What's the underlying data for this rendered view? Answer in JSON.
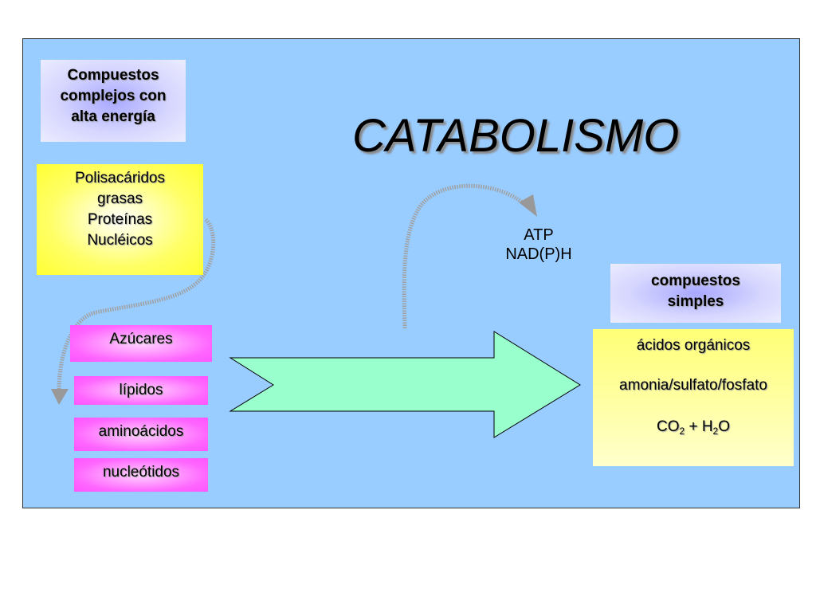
{
  "title": "CATABOLISMO",
  "complex_header": {
    "lines": [
      "Compuestos",
      "complejos con",
      "alta energía"
    ]
  },
  "complex_list": {
    "lines": [
      "Polisacáridos",
      "grasas",
      "Proteínas",
      "Nucléicos"
    ]
  },
  "monomers": [
    "Azúcares",
    "lípidos",
    "aminoácidos",
    "nucleótidos"
  ],
  "energy": {
    "lines": [
      "ATP",
      "NAD(P)H"
    ]
  },
  "simple_header": {
    "lines": [
      "compuestos",
      "simples"
    ]
  },
  "simple_list": {
    "line1": "ácidos orgánicos",
    "line2": "amonia/sulfato/fosfato",
    "co2_a": "CO",
    "co2_sub": "2",
    "co2_b": " + H",
    "h2o_sub": "2",
    "h2o_b": "O"
  },
  "colors": {
    "background": "#99ccff",
    "arrow_fill": "#99ffcc",
    "violet_box": "#ccccff",
    "yellow_box": "#ffff66",
    "magenta_box": "#ff66ff",
    "dotted_arrow": "#999999"
  }
}
